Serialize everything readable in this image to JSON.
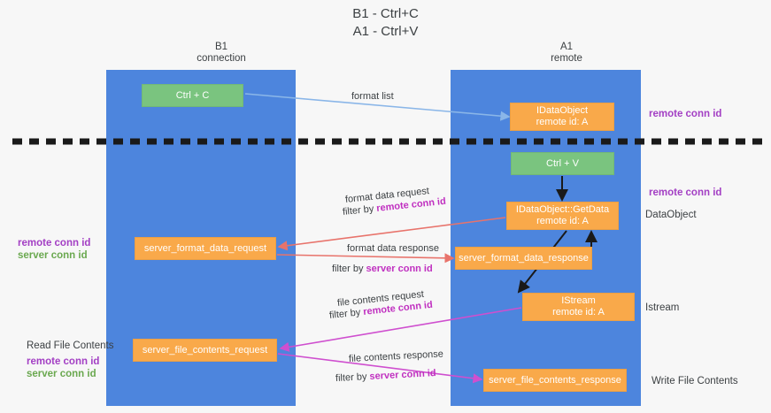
{
  "title": "B1 - Ctrl+C\nA1 - Ctrl+V",
  "columns": {
    "left": "B1\nconnection",
    "right": "A1\nremote"
  },
  "boxes": {
    "ctrl_c": "Ctrl + C",
    "ctrl_v": "Ctrl + V",
    "idataobject_name": "IDataObject",
    "idataobject_id": "remote id: A",
    "getdata_name": "IDataObject::GetData",
    "getdata_id": "remote id: A",
    "istream_name": "IStream",
    "istream_id": "remote id: A",
    "server_format_data_request": "server_format_data_request",
    "server_format_data_response": "server_format_data_response",
    "server_file_contents_request": "server_file_contents_request",
    "server_file_contents_response": "server_file_contents_response"
  },
  "right_annotations": {
    "remote_conn_id_1": "remote conn id",
    "remote_conn_id_2": "remote conn id",
    "data_object": "DataObject",
    "istream": "Istream",
    "write_file_contents": "Write File Contents"
  },
  "left_annotations": {
    "read_file_contents": "Read File Contents",
    "remote_conn_id": "remote conn id",
    "server_conn_id": "server conn id"
  },
  "arrow_labels": {
    "format_list": "format list",
    "format_data_request": "format data request",
    "filter_by_prefix": "filter by ",
    "remote_conn_id": "remote conn id",
    "server_conn_id": "server conn id",
    "format_data_response": "format data response",
    "file_contents_request": "file contents request",
    "file_contents_response": "file contents response"
  },
  "colors": {
    "lane": "#4d85dd",
    "green_box": "#7ac47f",
    "orange_box": "#f9a94a",
    "remote_purple": "#a33fc4",
    "server_green": "#6aa84f",
    "highlight_magenta": "#c030c0",
    "red_arrow": "#e8736b",
    "blue_arrow": "#8ab6e8",
    "magenta_arrow": "#cf4fcf",
    "black_arrow": "#1a1a1a",
    "background": "#f7f7f7"
  }
}
